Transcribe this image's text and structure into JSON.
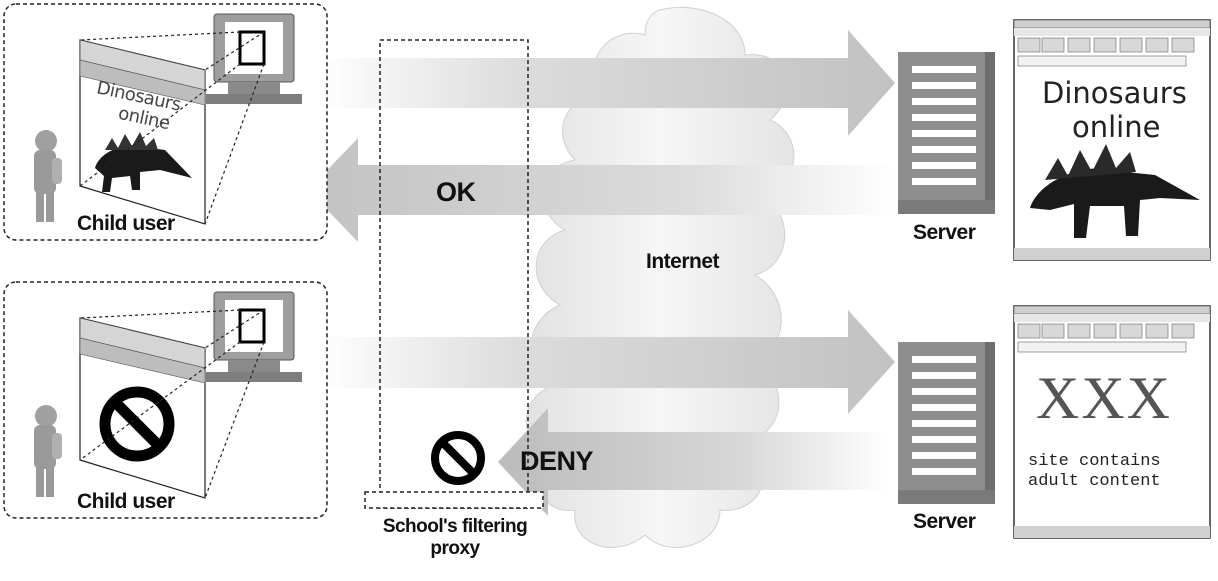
{
  "labels": {
    "child_user_top": "Child user",
    "child_user_bottom": "Child user",
    "ok": "OK",
    "deny": "DENY",
    "internet": "Internet",
    "server_top": "Server",
    "server_bottom": "Server",
    "proxy_line1": "School's filtering",
    "proxy_line2": "proxy"
  },
  "screens": {
    "top_title": "Dinosaurs",
    "top_subtitle": "online",
    "bottom_title": "XXX",
    "bottom_line1": "site contains",
    "bottom_line2": "adult content",
    "user_screen_title": "Dinosaurs",
    "user_screen_subtitle": "online"
  },
  "colors": {
    "arrow": "#c4c4c4",
    "cloud": "#ebebeb",
    "server": "#8e8e8e",
    "dashed": "#222222"
  }
}
